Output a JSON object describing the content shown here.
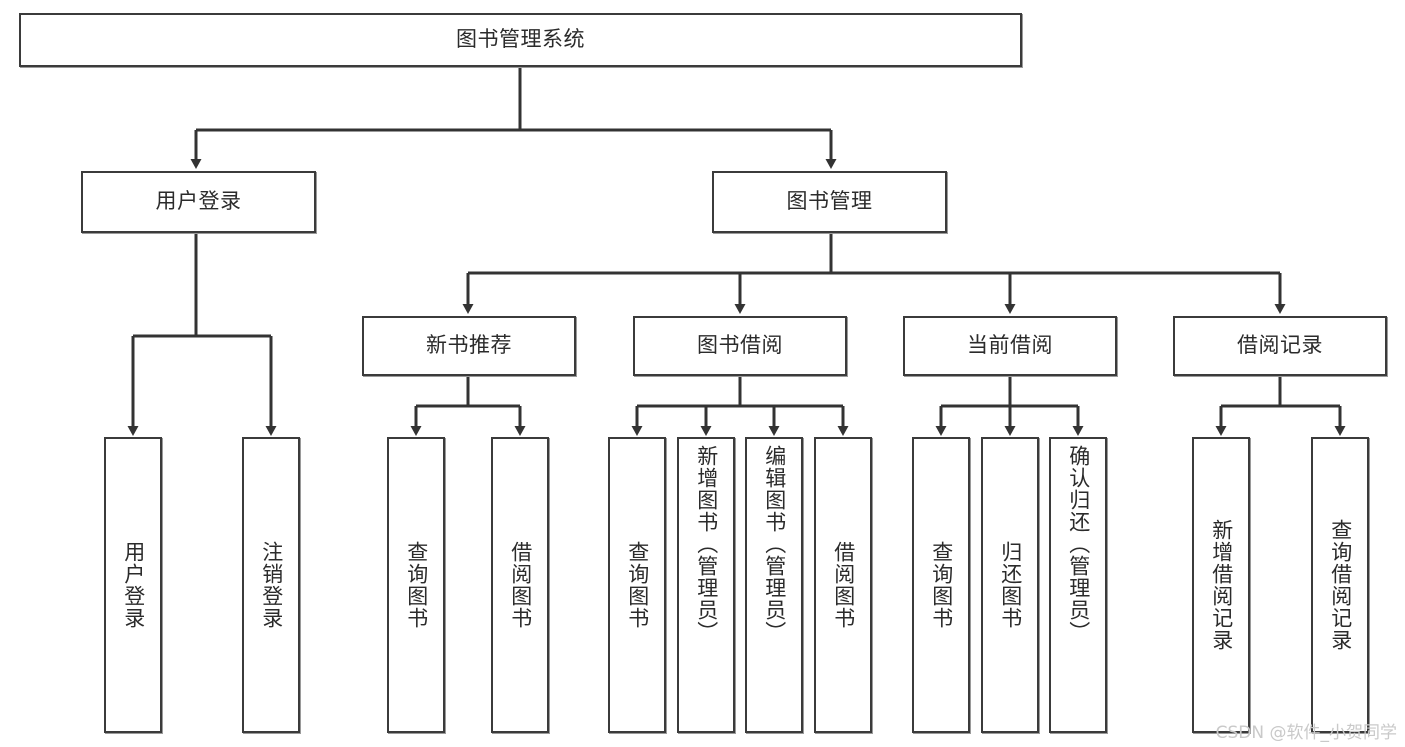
{
  "diagram": {
    "type": "tree",
    "title": "图书管理系统",
    "colors": {
      "box_border": "#3b3b3b",
      "box_fill": "#ffffff",
      "connector": "#333333",
      "text": "#2b2b2b",
      "watermark": "#c9c9c9"
    },
    "root": {
      "id": "root",
      "label": "图书管理系统"
    },
    "level2": [
      {
        "id": "login",
        "label": "用户登录"
      },
      {
        "id": "bookmgmt",
        "label": "图书管理"
      }
    ],
    "level3": [
      {
        "id": "newbook",
        "label": "新书推荐",
        "parent": "bookmgmt"
      },
      {
        "id": "borrow",
        "label": "图书借阅",
        "parent": "bookmgmt"
      },
      {
        "id": "current",
        "label": "当前借阅",
        "parent": "bookmgmt"
      },
      {
        "id": "record",
        "label": "借阅记录",
        "parent": "bookmgmt"
      }
    ],
    "leaves": [
      {
        "id": "leaf1",
        "label": "用户登录",
        "parent": "login"
      },
      {
        "id": "leaf2",
        "label": "注销登录",
        "parent": "login"
      },
      {
        "id": "leaf3",
        "label": "查询图书",
        "parent": "newbook"
      },
      {
        "id": "leaf4",
        "label": "借阅图书",
        "parent": "newbook"
      },
      {
        "id": "leaf5",
        "label": "查询图书",
        "parent": "borrow"
      },
      {
        "id": "leaf6",
        "label": "新增图书（管理员）",
        "parent": "borrow"
      },
      {
        "id": "leaf7",
        "label": "编辑图书（管理员）",
        "parent": "borrow"
      },
      {
        "id": "leaf8",
        "label": "借阅图书",
        "parent": "borrow"
      },
      {
        "id": "leaf9",
        "label": "查询图书",
        "parent": "current"
      },
      {
        "id": "leaf10",
        "label": "归还图书",
        "parent": "current"
      },
      {
        "id": "leaf11",
        "label": "确认归还（管理员）",
        "parent": "current"
      },
      {
        "id": "leaf12",
        "label": "新增借阅记录",
        "parent": "record"
      },
      {
        "id": "leaf13",
        "label": "查询借阅记录",
        "parent": "record"
      }
    ],
    "watermark": "CSDN @软件_小贺同学"
  }
}
